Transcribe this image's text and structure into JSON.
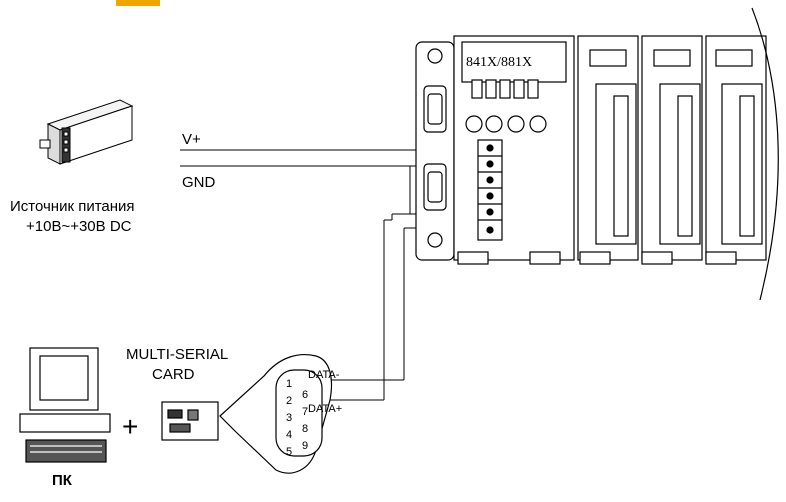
{
  "labels": {
    "v_plus": "V+",
    "gnd": "GND",
    "power_supply_line1": "Источник питания",
    "power_supply_line2": "+10В~+30В DC",
    "multi_serial_line1": "MULTI-SERIAL",
    "multi_serial_line2": "CARD",
    "pc": "ПК",
    "data_minus": "DATA-",
    "data_plus": "DATA+",
    "controller_model": "841X/881X",
    "plus_sign": "+"
  },
  "db9_pins": [
    "1",
    "2",
    "3",
    "4",
    "5",
    "6",
    "7",
    "8",
    "9"
  ],
  "colors": {
    "accent_tag": "#f0a500",
    "line": "#000000",
    "module_fill": "#ffffff"
  }
}
